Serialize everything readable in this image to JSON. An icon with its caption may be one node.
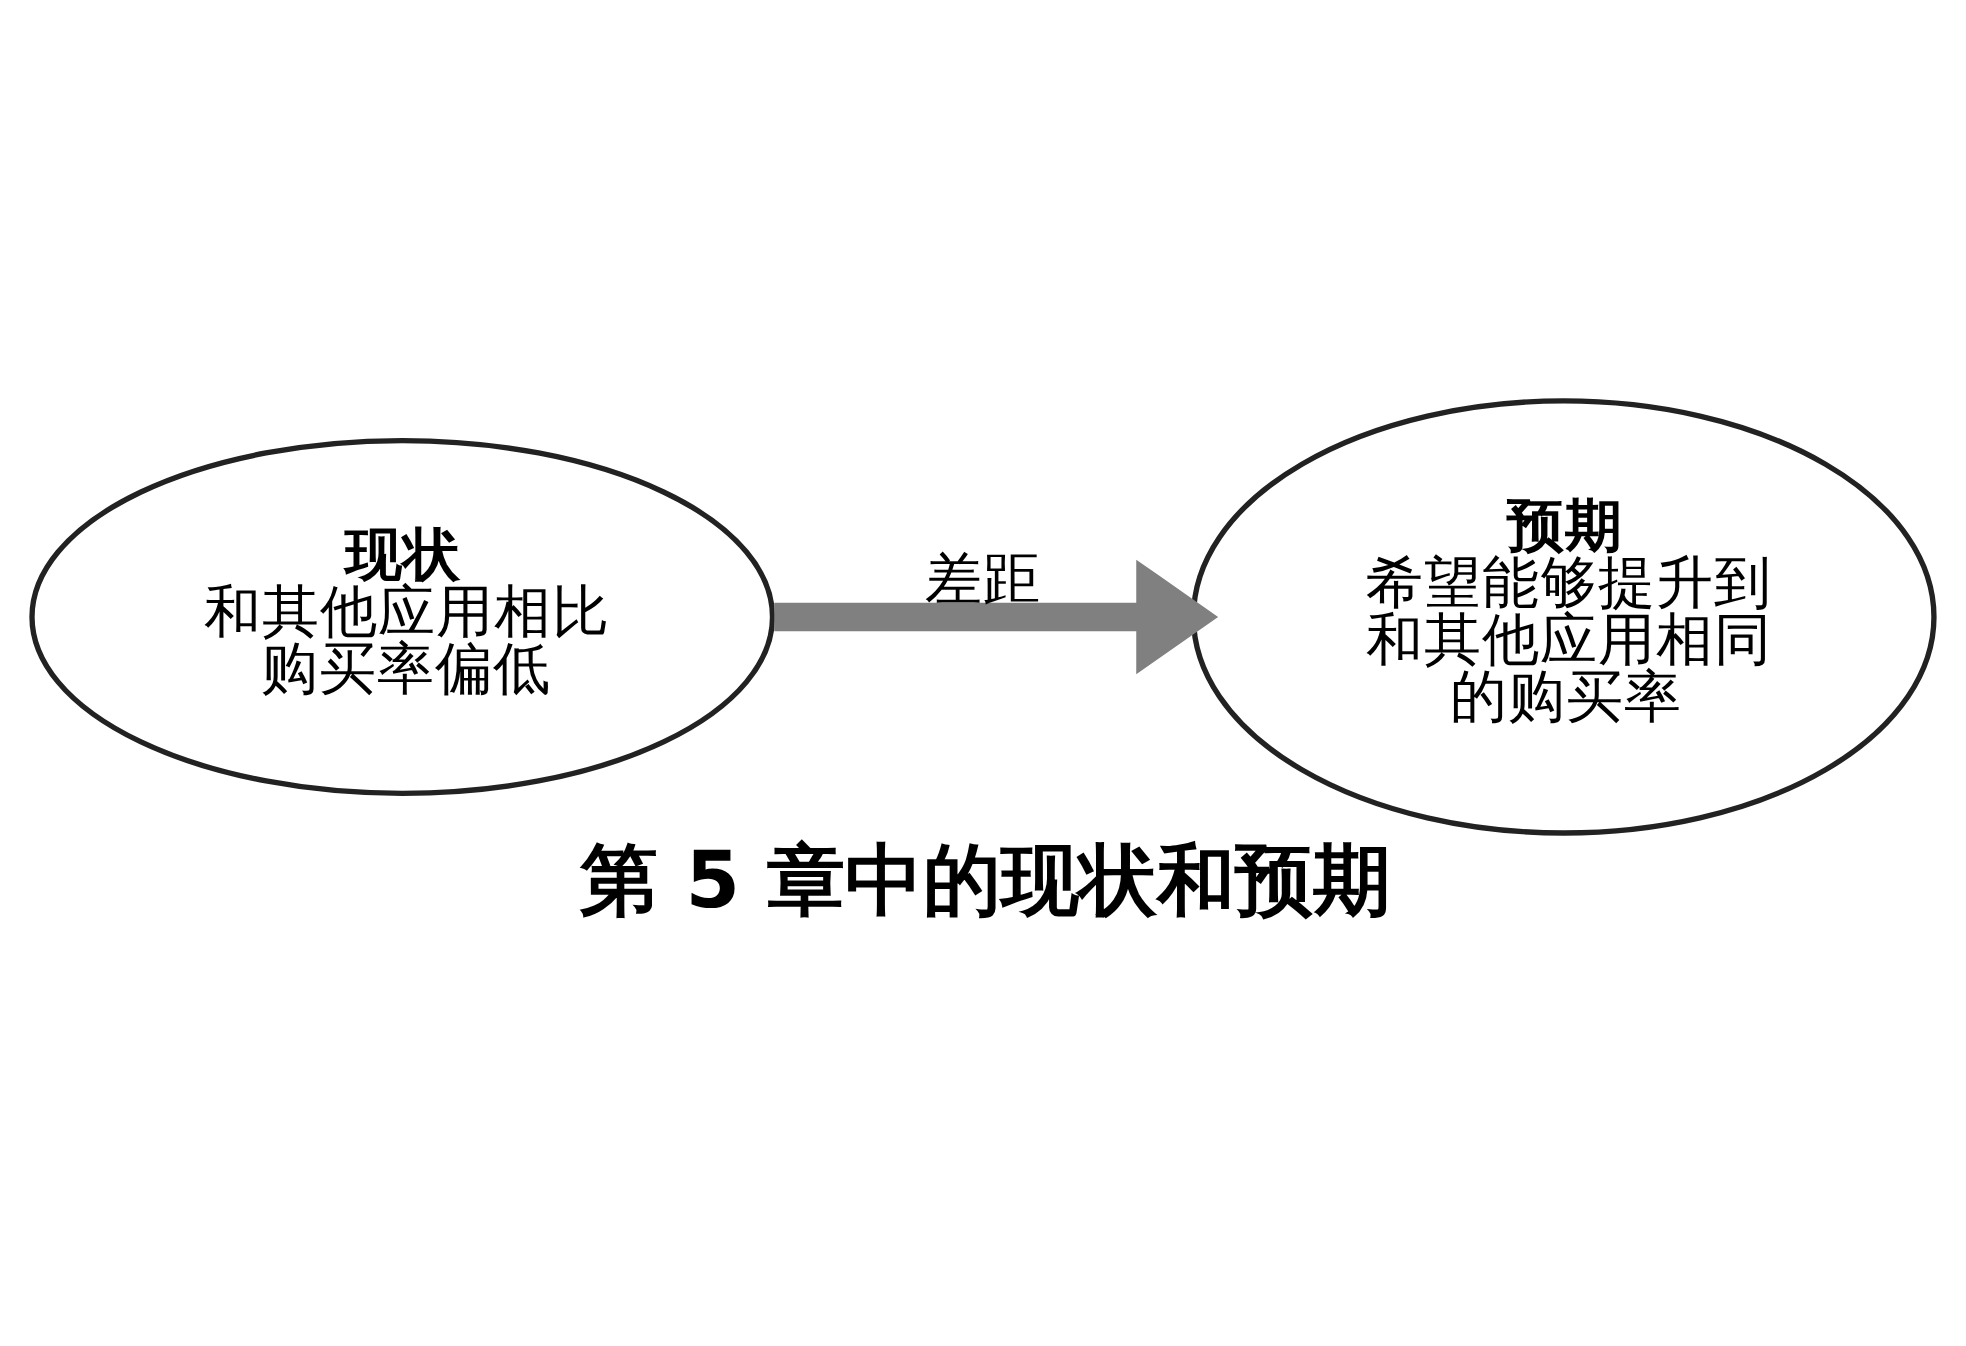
{
  "diagram": {
    "caption": "第 5 章中的现状和预期",
    "nodes": [
      {
        "text": [
          "现状",
          "和其他应用相比购买率偏低"
        ]
      },
      {
        "text": [
          "预期",
          "希望能够提升到和其他应用相同的购买率"
        ]
      }
    ],
    "edges": [
      {
        "from": 0,
        "to": 1,
        "arrow": "to",
        "label": "差距"
      }
    ]
  }
}
